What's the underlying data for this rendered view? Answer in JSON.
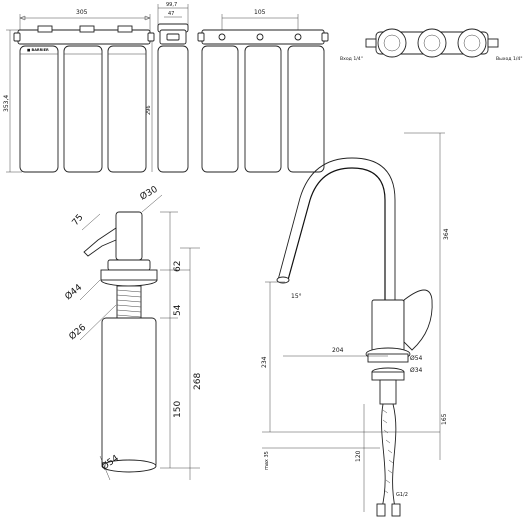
{
  "filter_front": {
    "width": "305",
    "height": "353,4",
    "side_dim": "296",
    "brand": "■ BARRIER"
  },
  "filter_side": {
    "top": "99,7",
    "inner": "47"
  },
  "filter_rear": {
    "spacing": "105"
  },
  "filter_top": {
    "inlet": "Вход 1/4\"",
    "outlet": "Выход 1/4\""
  },
  "dispenser": {
    "d_top": "Ø30",
    "spout": "75",
    "h_head": "62",
    "d_flange": "Ø44",
    "h_thread": "54",
    "d_thread": "Ø26",
    "h_total": "268",
    "h_bottle": "150",
    "d_bottle": "Ø54"
  },
  "faucet": {
    "h_top": "364",
    "angle": "15°",
    "reach": "204",
    "h_spout": "234",
    "d_base": "Ø54",
    "d_hole": "Ø34",
    "deck": "max 35",
    "h_body": "165",
    "hose": "120",
    "thread": "G1/2"
  }
}
